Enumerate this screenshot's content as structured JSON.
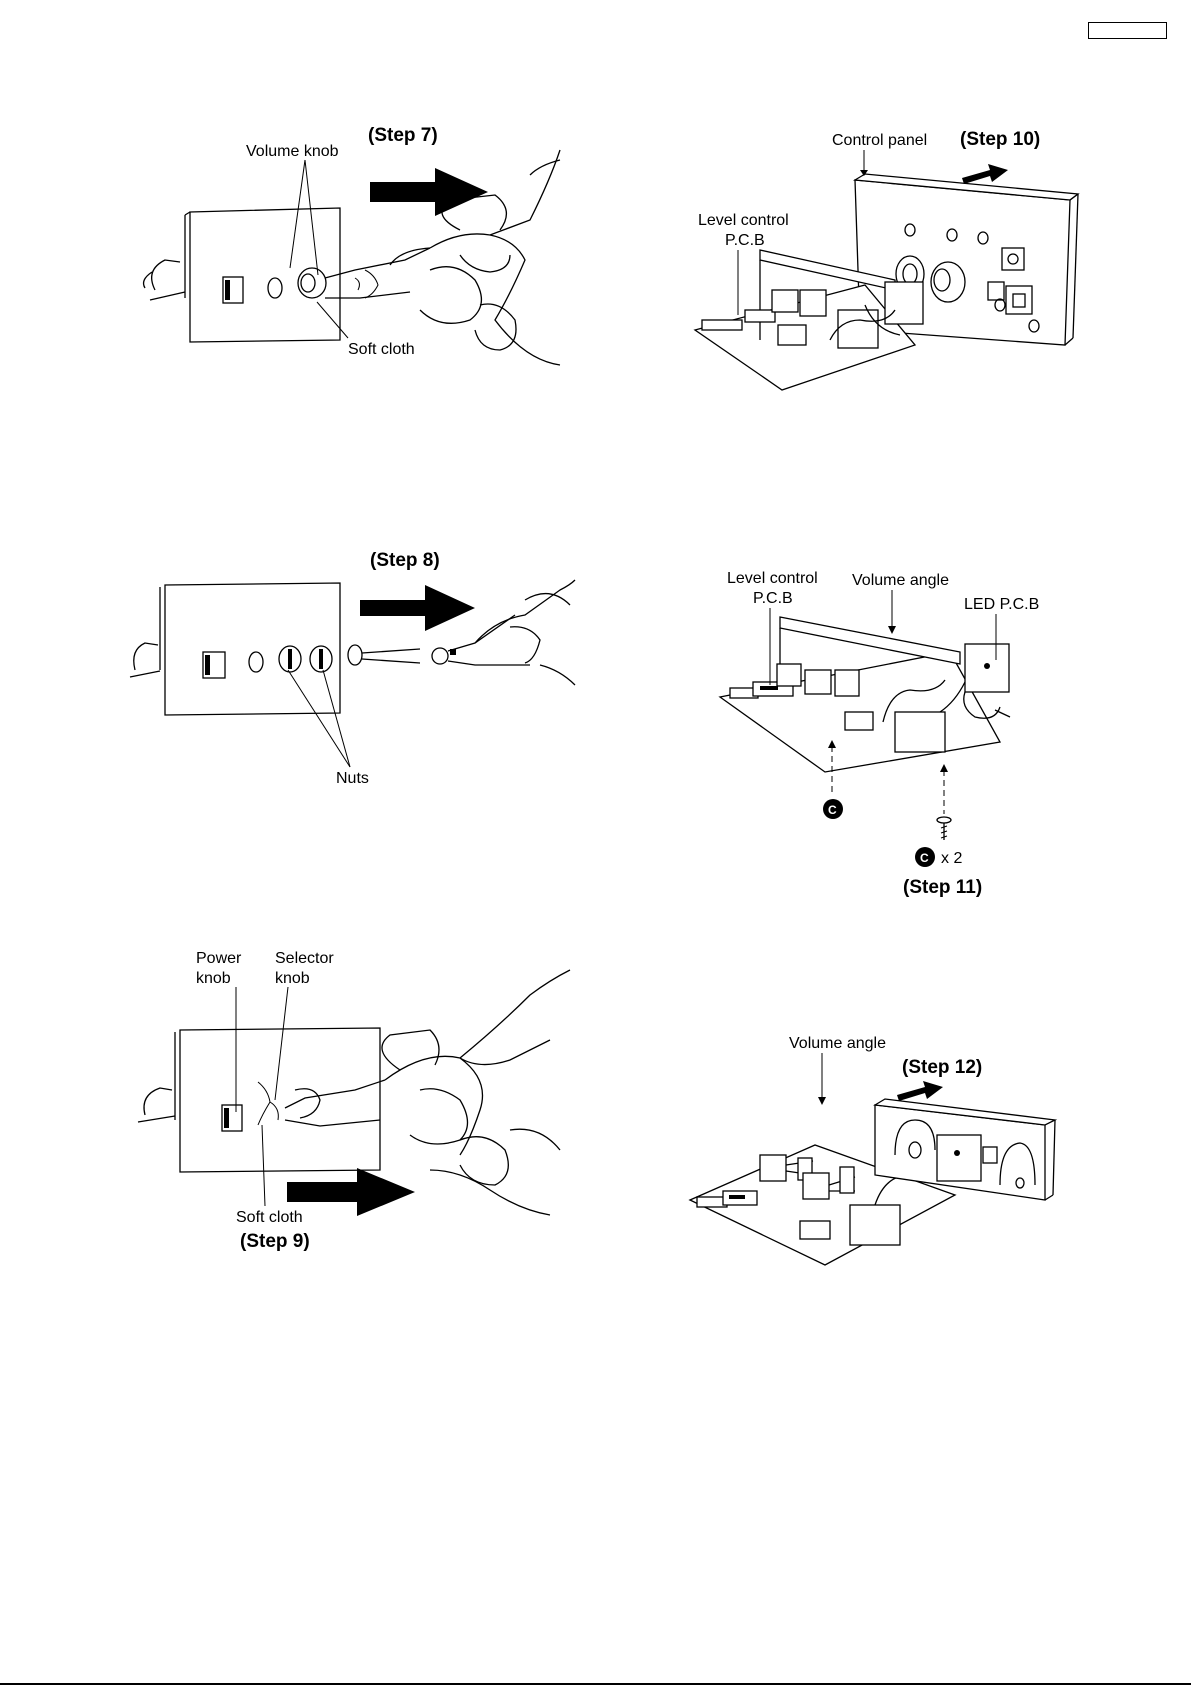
{
  "page": {
    "header_box": "",
    "colors": {
      "ink": "#000000",
      "paper": "#ffffff"
    }
  },
  "figures": {
    "step7": {
      "step": "(Step 7)",
      "volume_knob": "Volume knob",
      "soft_cloth": "Soft cloth"
    },
    "step8": {
      "step": "(Step 8)",
      "nuts": "Nuts"
    },
    "step9": {
      "step": "(Step 9)",
      "power_knob_line1": "Power",
      "power_knob_line2": "knob",
      "selector_knob_line1": "Selector",
      "selector_knob_line2": "knob",
      "soft_cloth": "Soft cloth"
    },
    "step10": {
      "step": "(Step 10)",
      "control_panel": "Control panel",
      "level_pcb_line1": "Level control",
      "level_pcb_line2": "P.C.B"
    },
    "step11": {
      "step": "(Step 11)",
      "level_pcb_line1": "Level control",
      "level_pcb_line2": "P.C.B",
      "volume_angle": "Volume angle",
      "led_pcb": "LED P.C.B",
      "screw_mark": "C",
      "screw_count": "x 2"
    },
    "step12": {
      "step": "(Step 12)",
      "volume_angle": "Volume angle"
    }
  }
}
